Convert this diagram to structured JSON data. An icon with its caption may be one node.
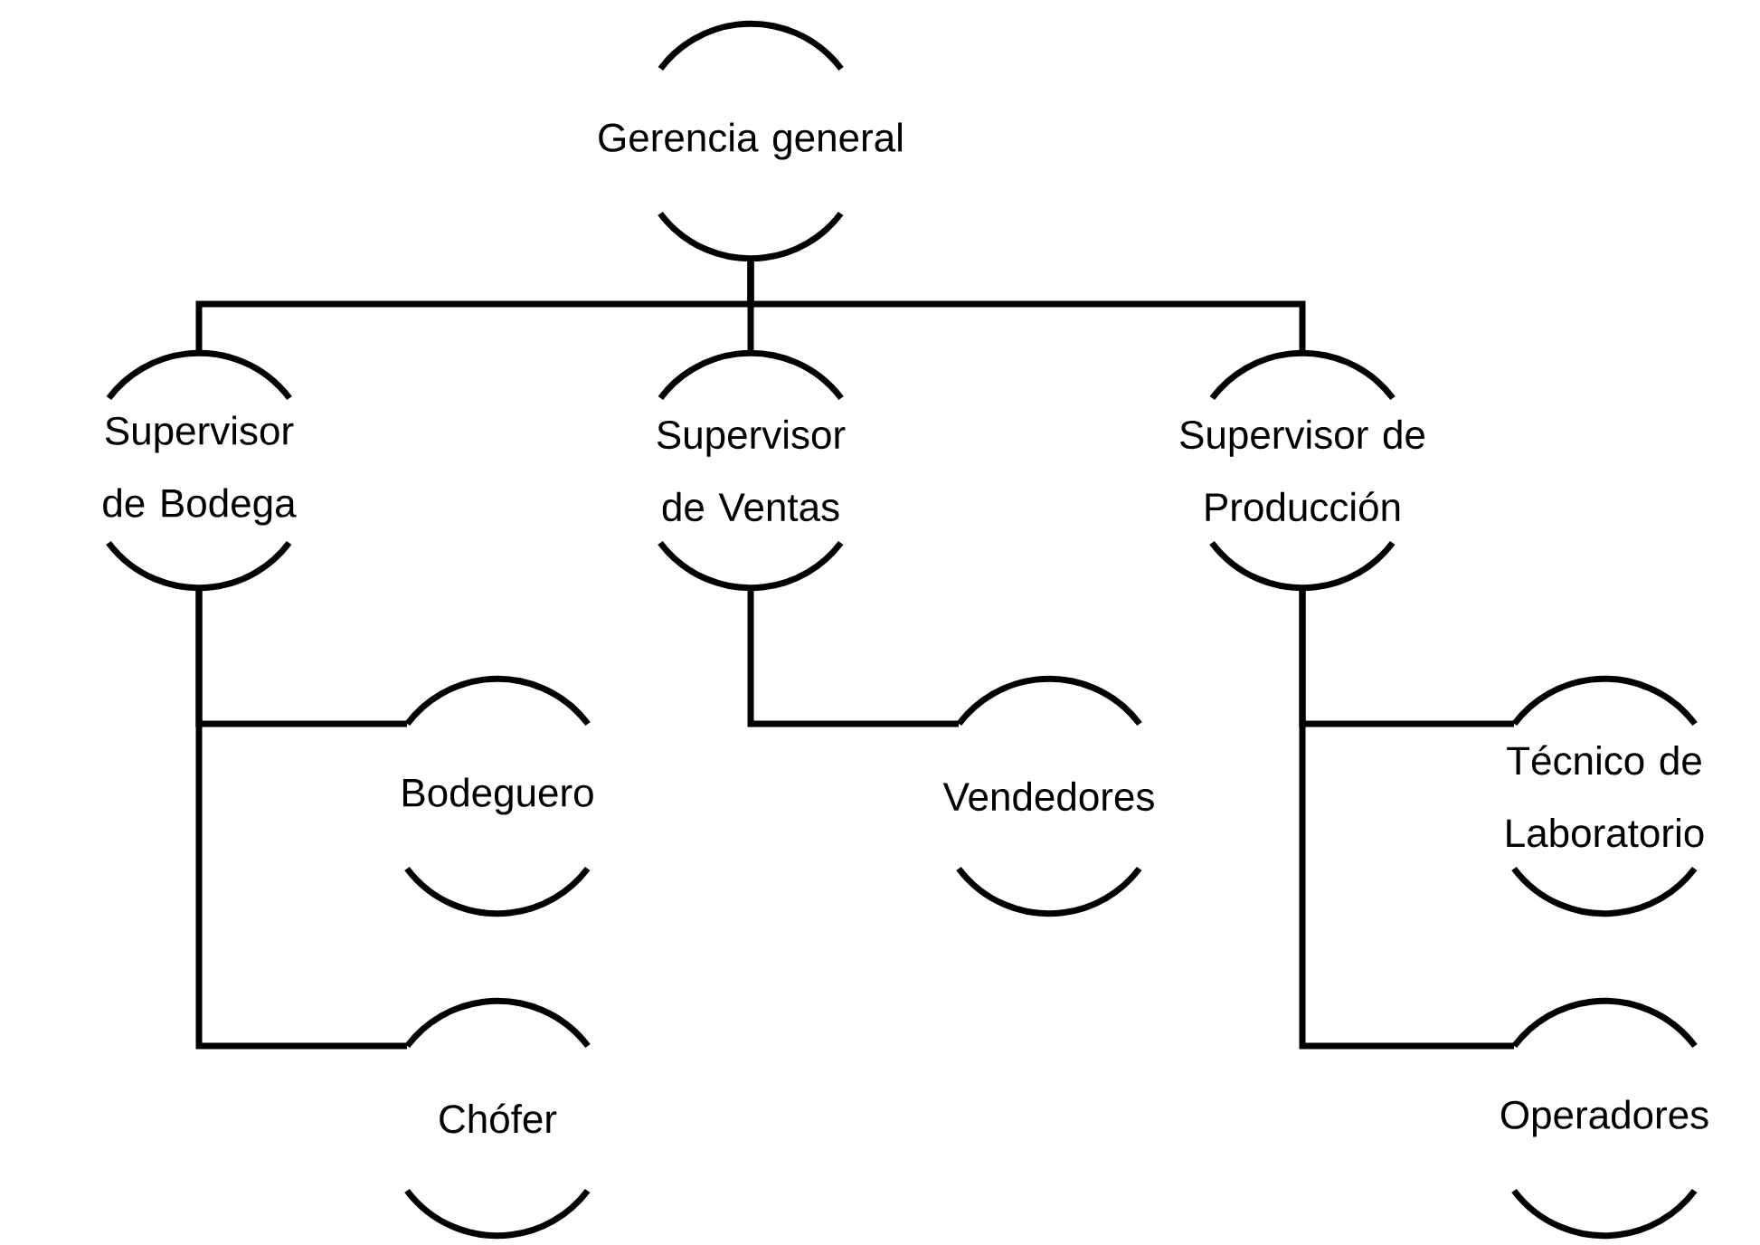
{
  "diagram": {
    "nodes": [
      {
        "text": [
          "Gerencia general"
        ]
      },
      {
        "text": [
          "Supervisor de Bodega"
        ]
      },
      {
        "text": [
          "Supervisor de Ventas"
        ]
      },
      {
        "text": [
          "Supervisor de Producción"
        ]
      },
      {
        "text": [
          "Bodeguero"
        ]
      },
      {
        "text": [
          "Vendedores"
        ]
      },
      {
        "text": [
          "Técnico de Laboratorio"
        ]
      },
      {
        "text": [
          "Chófer"
        ]
      },
      {
        "text": [
          "Operadores"
        ]
      }
    ],
    "edges": [
      {
        "from": 0,
        "to": 1,
        "arrow": "none"
      },
      {
        "from": 0,
        "to": 2,
        "arrow": "none"
      },
      {
        "from": 0,
        "to": 3,
        "arrow": "none"
      },
      {
        "from": 1,
        "to": 4,
        "arrow": "none"
      },
      {
        "from": 1,
        "to": 7,
        "arrow": "none"
      },
      {
        "from": 2,
        "to": 5,
        "arrow": "none"
      },
      {
        "from": 3,
        "to": 6,
        "arrow": "none"
      },
      {
        "from": 3,
        "to": 8,
        "arrow": "none"
      }
    ]
  }
}
